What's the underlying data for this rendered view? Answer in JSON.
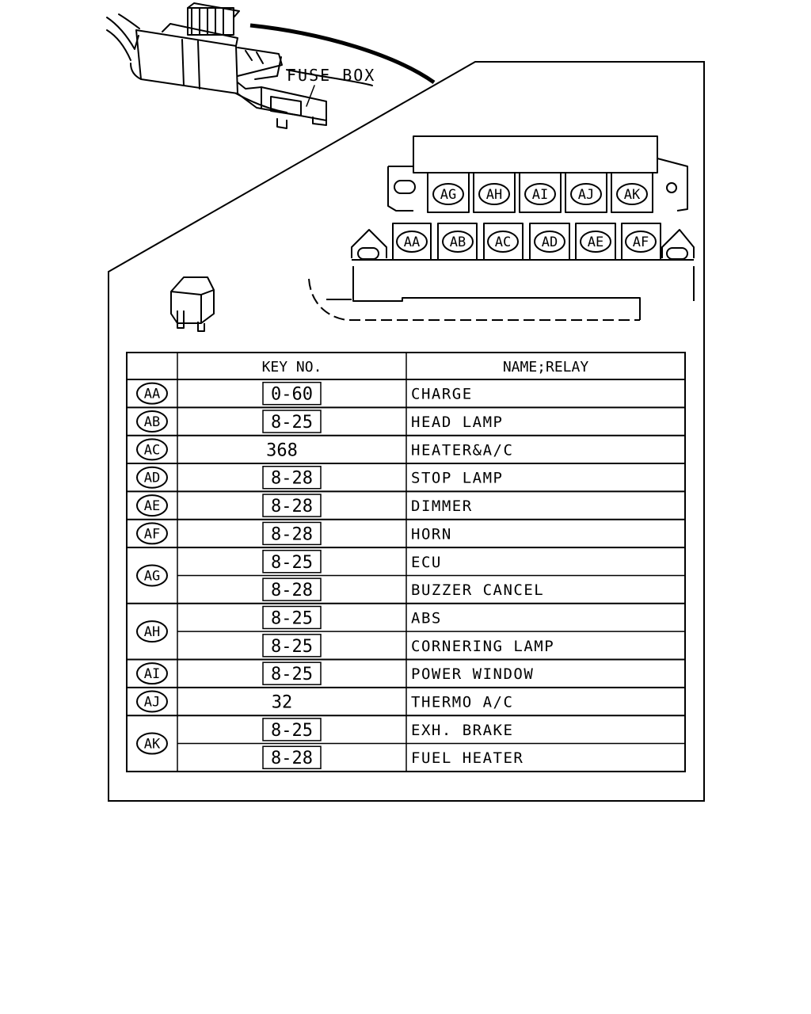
{
  "callout": {
    "fuse_box_label": "FUSE BOX"
  },
  "relay_positions": {
    "top_row": [
      "AG",
      "AH",
      "AI",
      "AJ",
      "AK"
    ],
    "bottom_row": [
      "AA",
      "AB",
      "AC",
      "AD",
      "AE",
      "AF"
    ]
  },
  "table": {
    "headers": {
      "key_no": "KEY NO.",
      "name": "NAME;RELAY"
    },
    "groups": [
      {
        "code": "AA",
        "rows": [
          {
            "key": "0-60",
            "boxed": true,
            "name": "CHARGE"
          }
        ]
      },
      {
        "code": "AB",
        "rows": [
          {
            "key": "8-25",
            "boxed": true,
            "name": "HEAD LAMP"
          }
        ]
      },
      {
        "code": "AC",
        "rows": [
          {
            "key": "368",
            "boxed": false,
            "name": "HEATER&A/C"
          }
        ]
      },
      {
        "code": "AD",
        "rows": [
          {
            "key": "8-28",
            "boxed": true,
            "name": "STOP LAMP"
          }
        ]
      },
      {
        "code": "AE",
        "rows": [
          {
            "key": "8-28",
            "boxed": true,
            "name": "DIMMER"
          }
        ]
      },
      {
        "code": "AF",
        "rows": [
          {
            "key": "8-28",
            "boxed": true,
            "name": "HORN"
          }
        ]
      },
      {
        "code": "AG",
        "rows": [
          {
            "key": "8-25",
            "boxed": true,
            "name": "ECU"
          },
          {
            "key": "8-28",
            "boxed": true,
            "name": "BUZZER CANCEL"
          }
        ]
      },
      {
        "code": "AH",
        "rows": [
          {
            "key": "8-25",
            "boxed": true,
            "name": "ABS"
          },
          {
            "key": "8-25",
            "boxed": true,
            "name": "CORNERING LAMP"
          }
        ]
      },
      {
        "code": "AI",
        "rows": [
          {
            "key": "8-25",
            "boxed": true,
            "name": "POWER WINDOW"
          }
        ]
      },
      {
        "code": "AJ",
        "rows": [
          {
            "key": "32",
            "boxed": false,
            "name": "THERMO A/C"
          }
        ]
      },
      {
        "code": "AK",
        "rows": [
          {
            "key": "8-25",
            "boxed": true,
            "name": "EXH. BRAKE"
          },
          {
            "key": "8-28",
            "boxed": true,
            "name": "FUEL HEATER"
          }
        ]
      }
    ]
  }
}
